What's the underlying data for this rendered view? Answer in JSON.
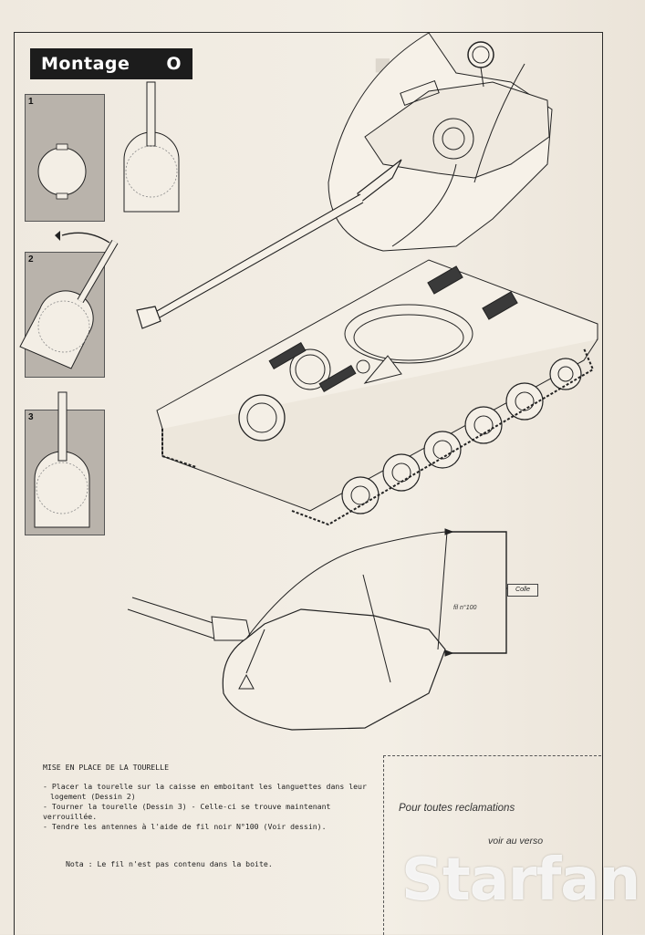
{
  "header": {
    "title": "Montage",
    "title_letter": "O"
  },
  "steps": [
    {
      "label": "1"
    },
    {
      "label": "2"
    },
    {
      "label": "3"
    }
  ],
  "instructions": {
    "heading": "MISE EN PLACE DE LA TOURELLE",
    "items": [
      "- Placer la tourelle sur la caisse en emboitant les languettes dans leur",
      "  logement (Dessin 2)",
      "- Tourner la tourelle (Dessin 3) - Celle-ci se trouve maintenant verrouillée.",
      "- Tendre les antennes à l'aide de fil noir N°100 (Voir dessin)."
    ],
    "note": "Nota : Le fil n'est pas contenu dans la boite."
  },
  "diagram_labels": {
    "colle": "Colle",
    "fil": "fil n°100"
  },
  "reclamations": {
    "line1": "Pour toutes reclamations",
    "line2": "voir au verso"
  },
  "watermark": "Starfan"
}
